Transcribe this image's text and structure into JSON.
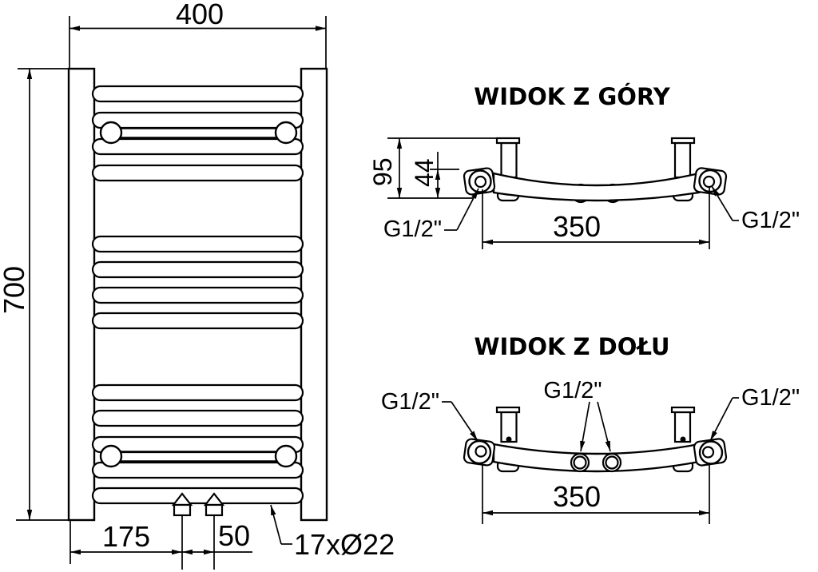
{
  "front_view": {
    "width": "400",
    "height": "700",
    "bottom_offset": "175",
    "valve_spacing": "50",
    "rungs_spec": "17xØ22"
  },
  "top_view": {
    "title": "WIDOK Z GÓRY",
    "depth": "95",
    "tube_axis_depth": "44",
    "connection_spacing": "350",
    "left_connection": "G1/2\"",
    "right_connection": "G1/2\""
  },
  "bottom_view": {
    "title": "WIDOK Z DOŁU",
    "connection_spacing": "350",
    "left_connection": "G1/2\"",
    "center_connection": "G1/2\"",
    "right_connection": "G1/2\""
  }
}
